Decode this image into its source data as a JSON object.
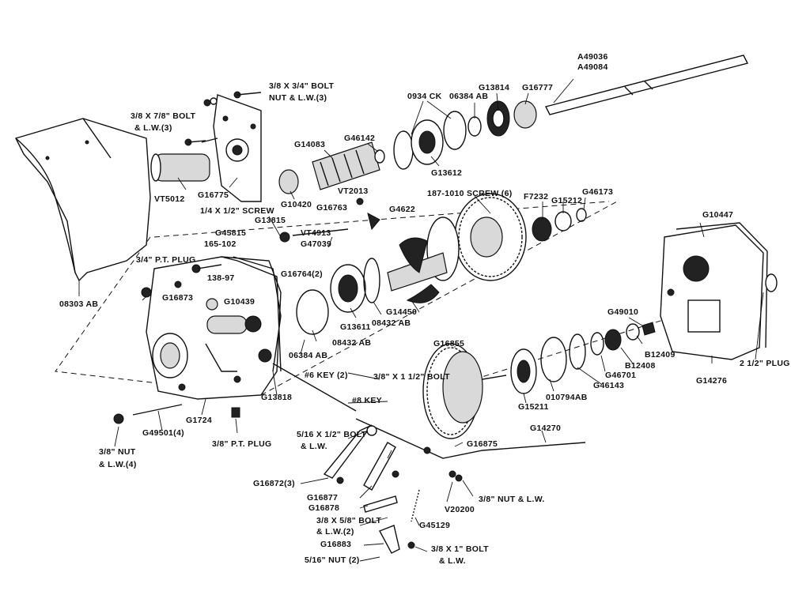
{
  "labels": {
    "a49036": "A49036",
    "a49084": "A49084",
    "bolt_38_34": "3/8 X 3/4\" BOLT",
    "nut_lw_3": "NUT & L.W.(3)",
    "bolt_38_78": "3/8 X 7/8\" BOLT",
    "lw_3": "& L.W.(3)",
    "vt5012": "VT5012",
    "g16775": "G16775",
    "g14083": "G14083",
    "g46142": "G46142",
    "c0934ck": "0934 CK",
    "c06384ab_top": "06384 AB",
    "g13814": "G13814",
    "g16777": "G16777",
    "g13612": "G13612",
    "g10420": "G10420",
    "vt2013": "VT2013",
    "g4622": "G4622",
    "screw_1871010": "187-1010  SCREW (6)",
    "f7232": "F7232",
    "g15212": "G15212",
    "g46173": "G46173",
    "g10447": "G10447",
    "screw_14_12": "1/4 X 1/2\" SCREW",
    "g16763": "G16763",
    "g45815": "G45815",
    "g13815": "G13815",
    "c165102": "165-102",
    "vt4913": "VT4913",
    "g47039": "G47039",
    "pt_plug_34": "3/4\" P.T. PLUG",
    "c13897": "138-97",
    "g16764": "G16764(2)",
    "g16873": "G16873",
    "g10439": "G10439",
    "g13611": "G13611",
    "g14450": "G14450",
    "c08432ab_a": "08432 AB",
    "c08432ab_b": "08432 AB",
    "c06384ab_mid": "06384 AB",
    "c08303ab": "08303 AB",
    "g49010": "G49010",
    "b12409": "B12409",
    "b12408": "B12408",
    "g46701": "G46701",
    "g46143": "G46143",
    "c010794ab": "010794AB",
    "g15211": "G15211",
    "g16855": "G16855",
    "plug_212": "2 1/2\" PLUG",
    "g14276": "G14276",
    "key6": "#6 KEY (2)",
    "bolt_38_112": "3/8\" X 1 1/2\" BOLT",
    "key8": "#8 KEY",
    "g13818": "G13818",
    "g1724": "G1724",
    "g49501": "G49501(4)",
    "nut_38": "3/8\" NUT",
    "lw_4": "& L.W.(4)",
    "pt_plug_38": "3/8\" P.T. PLUG",
    "bolt_516_12": "5/16 X 1/2\" BOLT",
    "lw_a": "& L.W.",
    "g16875": "G16875",
    "g14270": "G14270",
    "g16872": "G16872(3)",
    "g16877": "G16877",
    "g16878": "G16878",
    "bolt_38_58": "3/8 X 5/8\" BOLT",
    "lw_2": "& L.W.(2)",
    "v20200": "V20200",
    "nut_lw_38": "3/8\" NUT & L.W.",
    "g45129": "G45129",
    "g16883": "G16883",
    "nut_516": "5/16\" NUT (2)",
    "bolt_38_1": "3/8 X 1\" BOLT",
    "lw_b": "& L.W."
  }
}
